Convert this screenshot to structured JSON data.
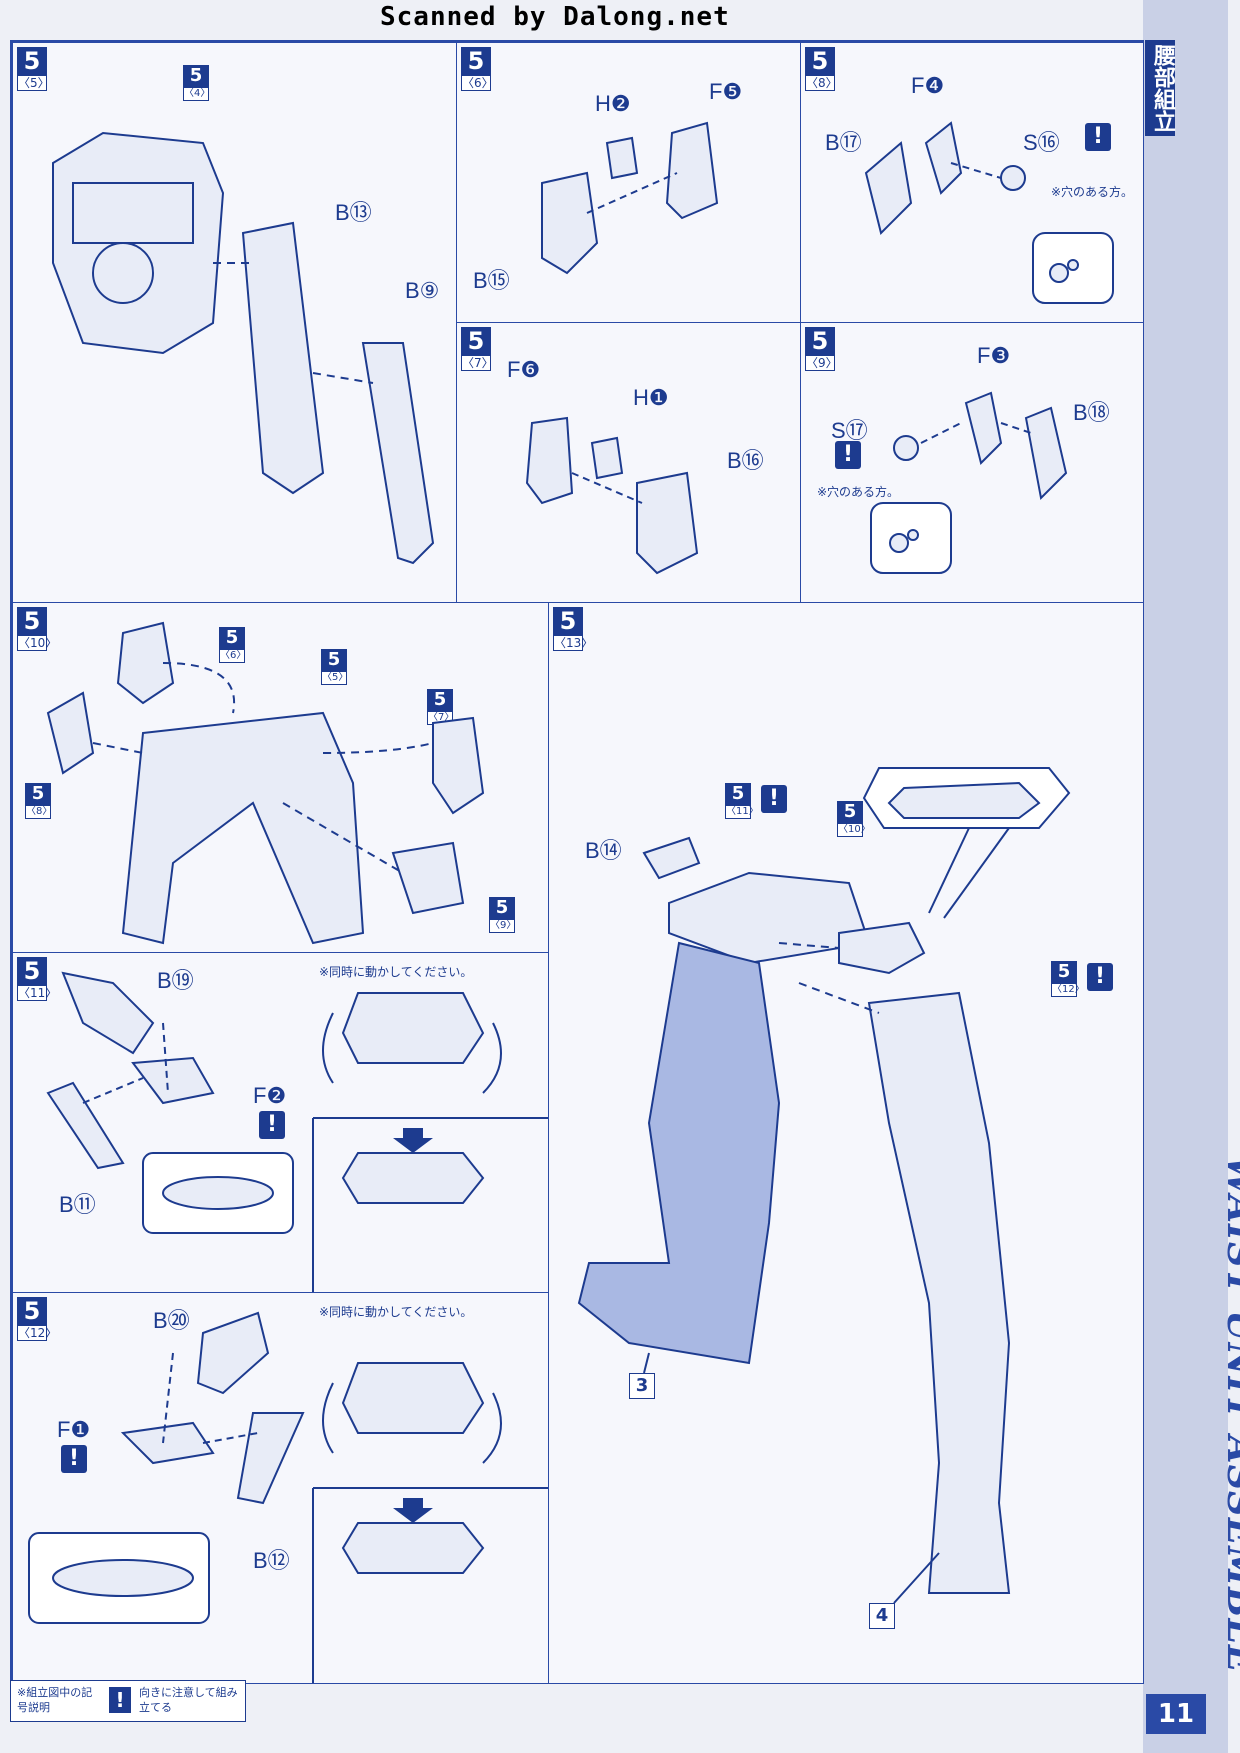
{
  "header": {
    "scanned_by": "Scanned by Dalong.net"
  },
  "sidebar": {
    "title_jp": "腰部組立",
    "title_en": "WAIST UNIT ASSEMBLE",
    "page_number": "11"
  },
  "legend": {
    "label": "※組立図中の記号説明",
    "warning_symbol": "!",
    "warning_text": "向きに注意して組み立てる"
  },
  "panels": {
    "p5_5": {
      "step": "5",
      "sub": "〈5〉",
      "ref": {
        "big": "5",
        "sub": "〈4〉"
      },
      "labels": [
        "B⑬",
        "B⑨"
      ]
    },
    "p5_6": {
      "step": "5",
      "sub": "〈6〉",
      "labels": [
        "H❷",
        "F❺",
        "B⑮"
      ]
    },
    "p5_8": {
      "step": "5",
      "sub": "〈8〉",
      "labels": [
        "F❹",
        "B⑰",
        "S⑯"
      ],
      "note": "※穴のある方。"
    },
    "p5_7": {
      "step": "5",
      "sub": "〈7〉",
      "labels": [
        "F❻",
        "H❶",
        "B⑯"
      ]
    },
    "p5_9": {
      "step": "5",
      "sub": "〈9〉",
      "labels": [
        "F❸",
        "B⑱",
        "S⑰"
      ],
      "note": "※穴のある方。"
    },
    "p5_10": {
      "step": "5",
      "sub": "〈10〉",
      "refs": [
        {
          "big": "5",
          "sub": "〈6〉"
        },
        {
          "big": "5",
          "sub": "〈5〉"
        },
        {
          "big": "5",
          "sub": "〈7〉"
        },
        {
          "big": "5",
          "sub": "〈8〉"
        },
        {
          "big": "5",
          "sub": "〈9〉"
        }
      ]
    },
    "p5_11": {
      "step": "5",
      "sub": "〈11〉",
      "labels": [
        "B⑲",
        "F❷",
        "B⑪"
      ],
      "note": "※同時に動かしてください。"
    },
    "p5_12": {
      "step": "5",
      "sub": "〈12〉",
      "labels": [
        "B⑳",
        "F❶",
        "B⑫"
      ],
      "note": "※同時に動かしてください。"
    },
    "p5_13": {
      "step": "5",
      "sub": "〈13〉",
      "labels": [
        "B⑭"
      ],
      "refs": [
        {
          "big": "5",
          "sub": "〈11〉"
        },
        {
          "big": "5",
          "sub": "〈10〉"
        },
        {
          "big": "5",
          "sub": "〈12〉"
        }
      ],
      "part_numbers": [
        "3",
        "4"
      ]
    }
  }
}
